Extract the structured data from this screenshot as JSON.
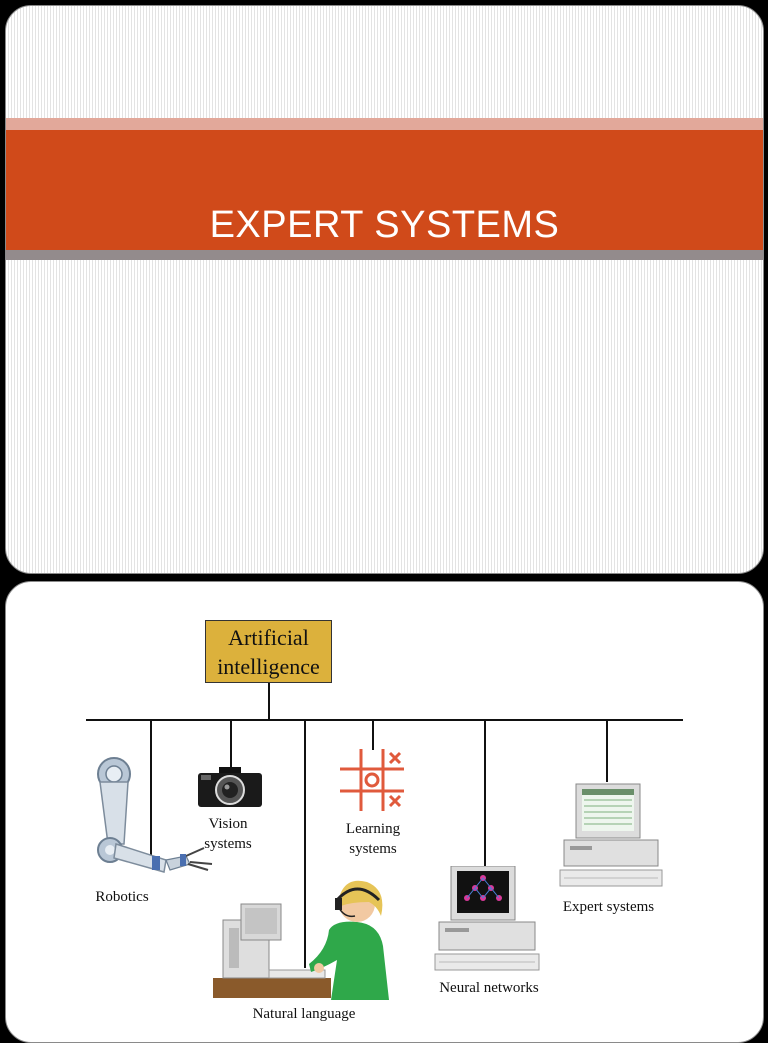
{
  "slide1": {
    "title": "EXPERT  SYSTEMS"
  },
  "slide2": {
    "root": {
      "line1": "Artificial",
      "line2": "intelligence"
    },
    "branches": {
      "robotics": "Robotics",
      "vision_line1": "Vision",
      "vision_line2": "systems",
      "natural_language": "Natural language",
      "learning_line1": "Learning",
      "learning_line2": "systems",
      "neural_networks": "Neural networks",
      "expert_systems": "Expert systems"
    }
  },
  "colors": {
    "title_band": "#d04a1a",
    "ai_box": "#dcb13c",
    "tictactoe": "#e05a3c"
  }
}
